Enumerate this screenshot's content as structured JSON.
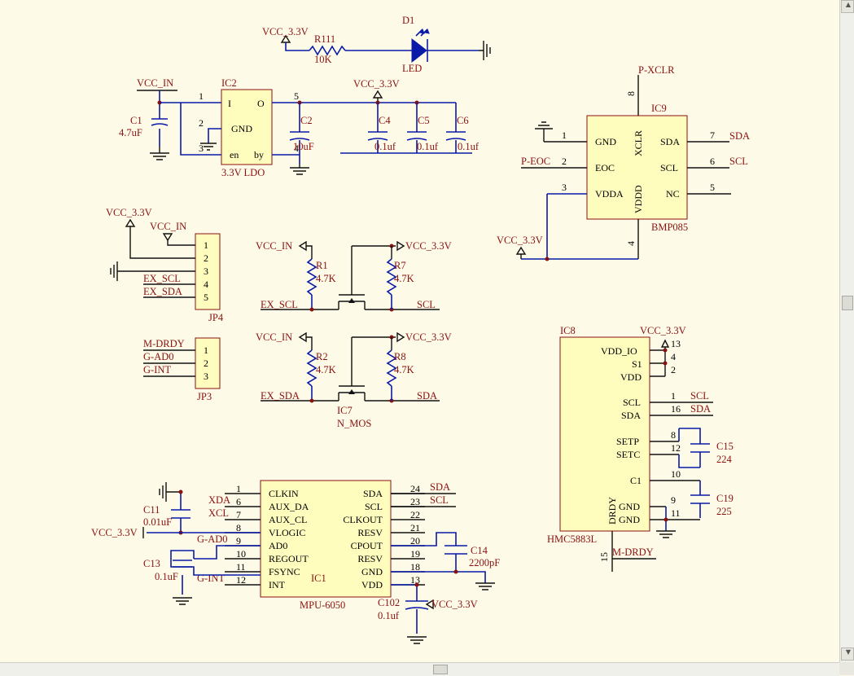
{
  "power": {
    "vcc33": "VCC_3.3V",
    "vccin": "VCC_IN"
  },
  "led_block": {
    "r_ref": "R111",
    "r_val": "10K",
    "d_ref": "D1",
    "d_val": "LED"
  },
  "ldo": {
    "ref": "IC2",
    "value": "3.3V  LDO",
    "pins": {
      "i": "I",
      "o": "O",
      "gnd": "GND",
      "en": "en",
      "by": "by"
    },
    "pin_numbers": {
      "p1": "1",
      "p2": "2",
      "p3": "3",
      "p5": "5",
      "p4": "4"
    },
    "c1_ref": "C1",
    "c1_val": "4.7uF",
    "c2_ref": "C2",
    "c2_val": "10uF",
    "c4_ref": "C4",
    "c4_val": "0.1uf",
    "c5_ref": "C5",
    "c5_val": "0.1uf",
    "c6_ref": "C6",
    "c6_val": "0.1uf"
  },
  "bmp085": {
    "ref": "IC9",
    "value": "BMP085",
    "pins": {
      "gnd": "GND",
      "eoc": "EOC",
      "vdda": "VDDA",
      "xclr": "XCLR",
      "vddd": "VDDD",
      "sda": "SDA",
      "scl": "SCL",
      "nc": "NC"
    },
    "pin_numbers": {
      "p1": "1",
      "p2": "2",
      "p3": "3",
      "p4": "4",
      "p5": "5",
      "p6": "6",
      "p7": "7",
      "p8": "8"
    },
    "nets": {
      "xclr": "P-XCLR",
      "eoc": "P-EOC",
      "sda": "SDA",
      "scl": "SCL"
    }
  },
  "jp4": {
    "ref": "JP4",
    "pins": [
      "1",
      "2",
      "3",
      "4",
      "5"
    ],
    "nets": {
      "scl": "EX_SCL",
      "sda": "EX_SDA"
    }
  },
  "jp3": {
    "ref": "JP3",
    "pins": [
      "1",
      "2",
      "3"
    ],
    "nets": {
      "drdy": "M-DRDY",
      "ad0": "G-AD0",
      "int": "G-INT"
    }
  },
  "level_shift": {
    "r1_ref": "R1",
    "r1_val": "4.7K",
    "r7_ref": "R7",
    "r7_val": "4.7K",
    "r2_ref": "R2",
    "r2_val": "4.7K",
    "r8_ref": "R8",
    "r8_val": "4.7K",
    "ic_ref": "IC7",
    "ic_val": "N_MOS",
    "nets": {
      "ex_scl": "EX_SCL",
      "scl": "SCL",
      "ex_sda": "EX_SDA",
      "sda": "SDA"
    }
  },
  "hmc5883l": {
    "ref": "IC8",
    "value": "HMC5883L",
    "pins": {
      "vddio": "VDD_IO",
      "s1": "S1",
      "vdd": "VDD",
      "scl": "SCL",
      "sda": "SDA",
      "setp": "SETP",
      "setc": "SETC",
      "c1": "C1",
      "gnd1": "GND",
      "gnd2": "GND",
      "drdy": "DRDY"
    },
    "pin_numbers": {
      "p13": "13",
      "p4": "4",
      "p2": "2",
      "p1": "1",
      "p16": "16",
      "p8": "8",
      "p12": "12",
      "p10": "10",
      "p9": "9",
      "p11": "11",
      "p15": "15"
    },
    "nets": {
      "scl": "SCL",
      "sda": "SDA",
      "drdy": "M-DRDY"
    },
    "c15_ref": "C15",
    "c15_val": "224",
    "c19_ref": "C19",
    "c19_val": "225"
  },
  "mpu6050": {
    "ref": "IC1",
    "value": "MPU-6050",
    "left_pins": [
      "CLKIN",
      "AUX_DA",
      "AUX_CL",
      "VLOGIC",
      "AD0",
      "REGOUT",
      "FSYNC",
      "INT"
    ],
    "left_numbers": [
      "1",
      "6",
      "7",
      "8",
      "9",
      "10",
      "11",
      "12"
    ],
    "right_pins": [
      "SDA",
      "SCL",
      "CLKOUT",
      "RESV",
      "CPOUT",
      "RESV",
      "GND",
      "VDD"
    ],
    "right_numbers": [
      "24",
      "23",
      "22",
      "21",
      "20",
      "19",
      "18",
      "13"
    ],
    "nets": {
      "xda": "XDA",
      "xcl": "XCL",
      "ad0": "G-AD0",
      "int": "G-INT",
      "sda": "SDA",
      "scl": "SCL"
    },
    "c11_ref": "C11",
    "c11_val": "0.01uF",
    "c13_ref": "C13",
    "c13_val": "0.1uF",
    "c14_ref": "C14",
    "c14_val": "2200pF",
    "c102_ref": "C102",
    "c102_val": "0.1uf"
  }
}
